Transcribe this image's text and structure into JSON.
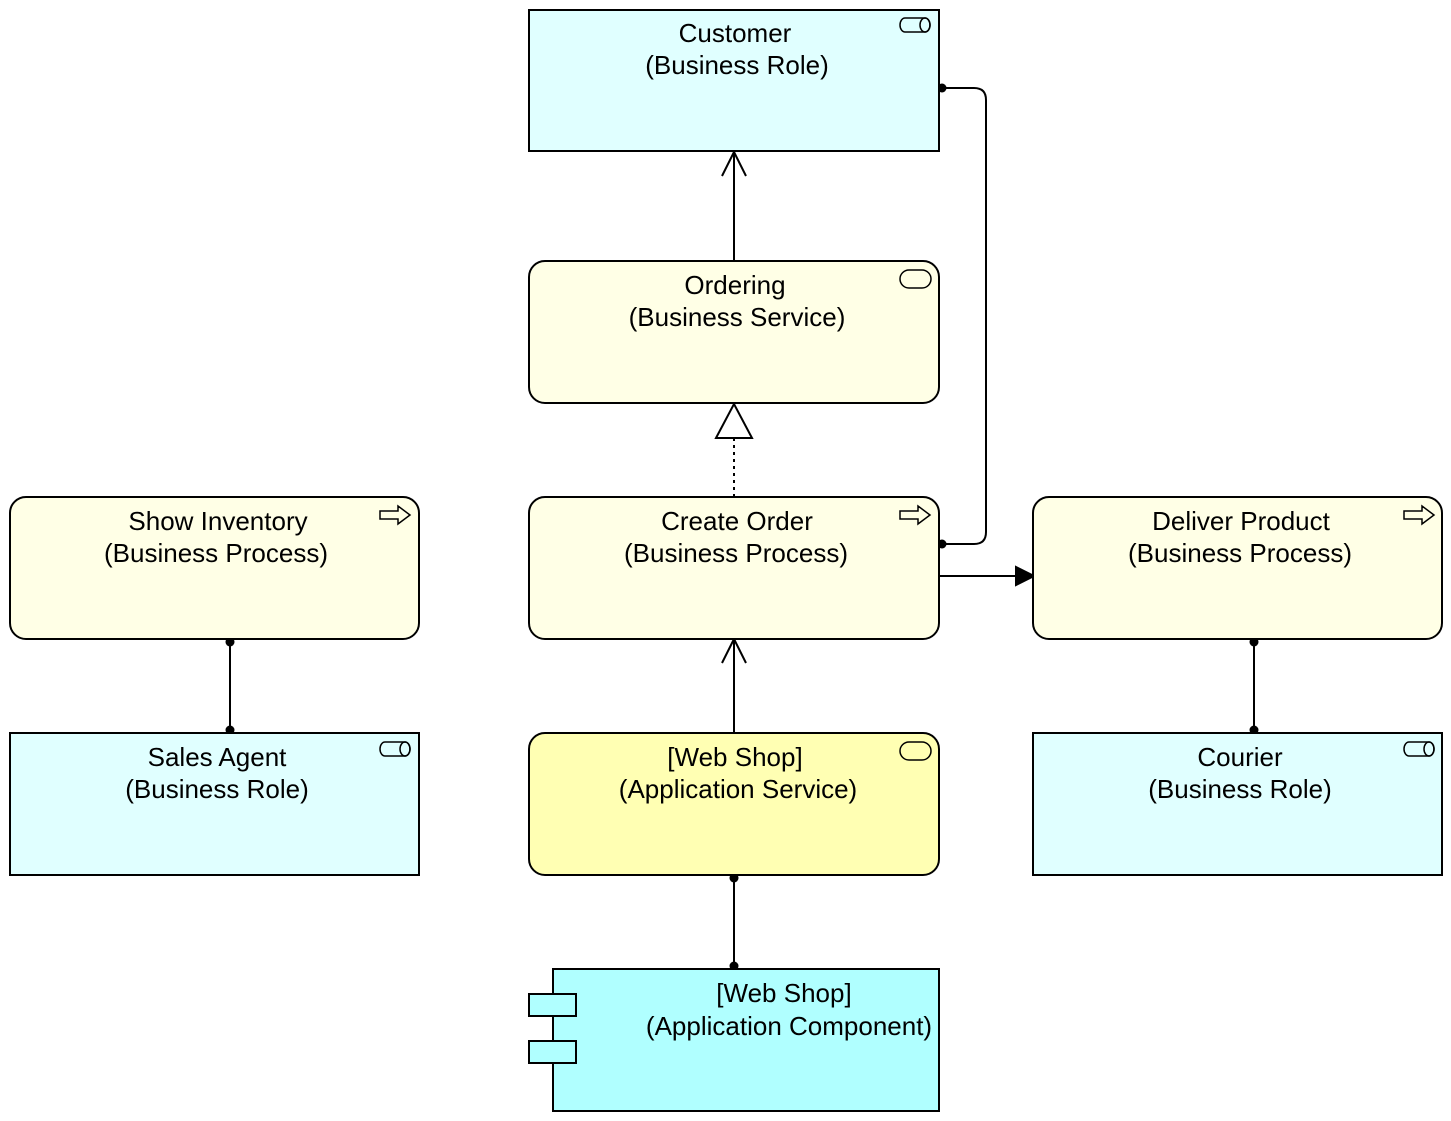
{
  "colors": {
    "business_role": "#e0ffff",
    "business_service": "#ffffe6",
    "business_process": "#ffffe6",
    "application_service": "#ffffb3",
    "application_component": "#b0ffff",
    "stroke": "#000000"
  },
  "elements": {
    "customer": {
      "name": "Customer",
      "type": "(Business Role)",
      "icon": "business-role-icon"
    },
    "ordering": {
      "name": "Ordering",
      "type": "(Business Service)",
      "icon": "business-service-icon"
    },
    "show_inventory": {
      "name": "Show Inventory",
      "type": "(Business Process)",
      "icon": "business-process-icon"
    },
    "create_order": {
      "name": "Create Order",
      "type": "(Business Process)",
      "icon": "business-process-icon"
    },
    "deliver_product": {
      "name": "Deliver Product",
      "type": "(Business Process)",
      "icon": "business-process-icon"
    },
    "sales_agent": {
      "name": "Sales Agent",
      "type": "(Business Role)",
      "icon": "business-role-icon"
    },
    "web_shop_service": {
      "name": "[Web Shop]",
      "type": "(Application Service)",
      "icon": "application-service-icon"
    },
    "courier": {
      "name": "Courier",
      "type": "(Business Role)",
      "icon": "business-role-icon"
    },
    "web_shop_component": {
      "name": "[Web Shop]",
      "type": "(Application Component)",
      "icon": "application-component-icon"
    }
  },
  "relationships": [
    {
      "from": "ordering",
      "to": "customer",
      "kind": "serving"
    },
    {
      "from": "create_order",
      "to": "ordering",
      "kind": "realization"
    },
    {
      "from": "create_order",
      "to": "customer",
      "kind": "assignment"
    },
    {
      "from": "create_order",
      "to": "deliver_product",
      "kind": "triggering"
    },
    {
      "from": "web_shop_service",
      "to": "create_order",
      "kind": "serving"
    },
    {
      "from": "show_inventory",
      "to": "sales_agent",
      "kind": "assignment"
    },
    {
      "from": "deliver_product",
      "to": "courier",
      "kind": "assignment"
    },
    {
      "from": "web_shop_service",
      "to": "web_shop_component",
      "kind": "assignment"
    }
  ]
}
